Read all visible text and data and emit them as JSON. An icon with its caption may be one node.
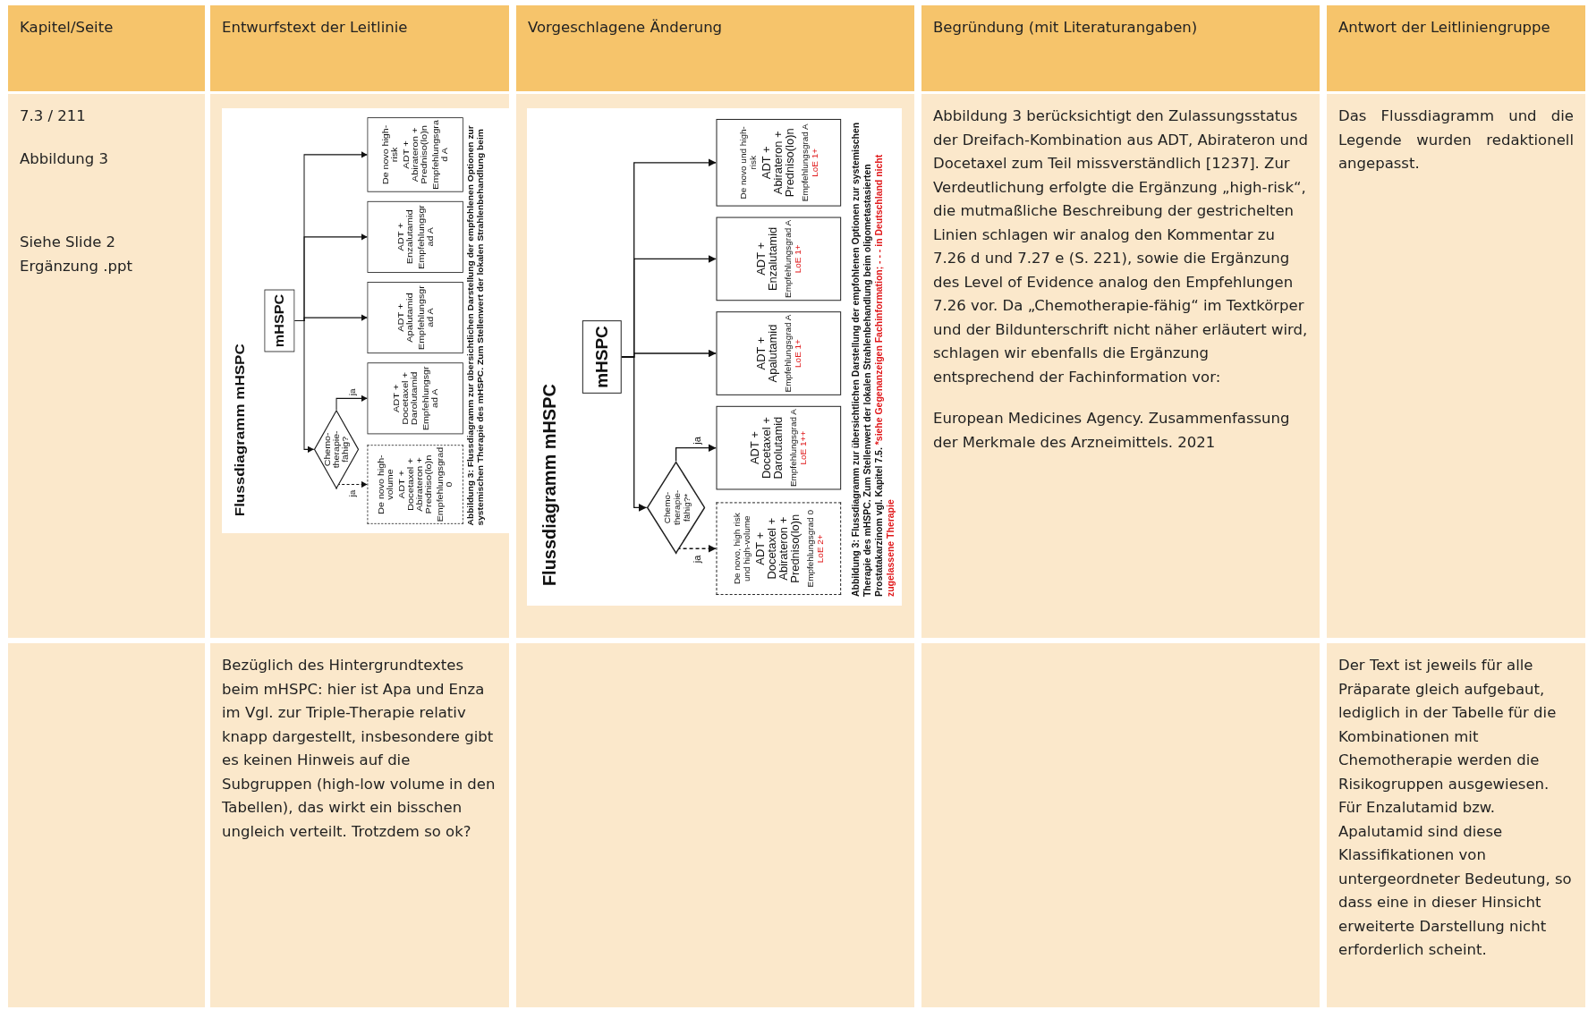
{
  "diagram": {
    "nodes": [
      {
        "text": [
          "Flussdiagramm mHSPC",
          "Abbildung 3: Flussdiagramm zur übersichtlichen Darstellung der empfohlenen Optionen zur systemischen Therapie des mHSPC. Zum Stellenwert der lokalen Strahlenbehandlung beim"
        ]
      },
      {
        "text": [
          "mHSPC"
        ],
        "in": 0
      },
      {
        "text": [
          "De novo high-risk",
          "ADT + Abirateron + Predniso(lo)n",
          "Empfehlungsgrad A"
        ],
        "in": 0
      },
      {
        "text": [
          "ADT + Enzalutamid",
          "Empfehlungsgrad A"
        ],
        "in": 0
      },
      {
        "text": [
          "ADT + Apalutamid",
          "Empfehlungsgrad A"
        ],
        "in": 0
      },
      {
        "text": [
          "ADT + Docetaxel + Darolutamid",
          "Empfehlungsgrad A"
        ],
        "in": 0
      },
      {
        "text": [
          "Chemo- therapie- fähig?"
        ],
        "in": 0
      },
      {
        "text": [
          "De novo high-volume",
          "ADT + Docetaxel + Abirateron + Predniso(lo)n",
          "Empfehlungsgrad 0"
        ],
        "in": 0
      },
      {
        "text": [
          "Flussdiagramm mHSPC",
          "Abbildung 3: Flussdiagramm zur übersichtlichen Darstellung der empfohlenen Optionen zur systemischen Therapie des mHSPC. Zum Stellenwert der lokalen Strahlenbehandlung beim oligometastasierten Prostatakarzinom vgl. Kapitel 7.5.",
          "*siehe Gegenanzeigen Fachinformation; - - - in Deutschland nicht zugelassene Therapie"
        ]
      },
      {
        "text": [
          "mHSPC"
        ],
        "in": 8
      },
      {
        "text": [
          "De novo und high-risk",
          "ADT + Abirateron + Predniso(lo)n",
          "Empfehlungsgrad A",
          "LoE 1+"
        ],
        "in": 8
      },
      {
        "text": [
          "ADT + Enzalutamid",
          "Empfehlungsgrad A",
          "LoE 1+"
        ],
        "in": 8
      },
      {
        "text": [
          "ADT + Apalutamid",
          "Empfehlungsgrad A",
          "LoE 1+"
        ],
        "in": 8
      },
      {
        "text": [
          "ADT + Docetaxel + Darolutamid",
          "Empfehlungsgrad A",
          "LoE 1++"
        ],
        "in": 8
      },
      {
        "text": [
          "Chemo- therapie- fähig?*"
        ],
        "in": 8
      },
      {
        "text": [
          "De novo, high risk und high-volume",
          "ADT + Docetaxel + Abirateron + Predniso(lo)n",
          "Empfehlungsgrad 0",
          "LoE 2+"
        ],
        "in": 8
      }
    ],
    "edges": [
      {
        "from": 1,
        "to": 2,
        "arrow": "to"
      },
      {
        "from": 1,
        "to": 3,
        "arrow": "to"
      },
      {
        "from": 1,
        "to": 4,
        "arrow": "to"
      },
      {
        "from": 1,
        "to": 6,
        "arrow": "to"
      },
      {
        "from": 6,
        "to": 5,
        "arrow": "to",
        "label": "ja"
      },
      {
        "from": 6,
        "to": 7,
        "arrow": "to",
        "label": "ja",
        "style": "dashed"
      },
      {
        "from": 9,
        "to": 10,
        "arrow": "to"
      },
      {
        "from": 9,
        "to": 11,
        "arrow": "to"
      },
      {
        "from": 9,
        "to": 12,
        "arrow": "to"
      },
      {
        "from": 9,
        "to": 14,
        "arrow": "to"
      },
      {
        "from": 14,
        "to": 13,
        "arrow": "to",
        "label": "ja"
      },
      {
        "from": 14,
        "to": 15,
        "arrow": "to",
        "label": "ja",
        "style": "dashed"
      }
    ],
    "labels": [
      "Kapitel/Seite",
      "Entwurfstext der Leitlinie",
      "Vorgeschlagene Änderung",
      "Begründung (mit Literaturangaben)",
      "Antwort der Leitliniengruppe",
      "7.3 / 211",
      "Abbildung 3",
      "Siehe Slide 2 Ergänzung .ppt",
      "Abbildung 3 berücksichtigt den Zulassungsstatus der Dreifach-Kombination aus ADT, Abirateron und Docetaxel zum Teil missverständlich [1237]. Zur Verdeutlichung erfolgte die Ergänzung „high-risk“, die mutmaßliche Beschreibung der gestrichelten Linien schlagen wir analog den Kommentar zu 7.26 d und 7.27 e (S. 221), sowie die Ergänzung des Level of Evidence analog den Empfehlungen 7.26 vor. Da „Chemotherapie-fähig“ im Textkörper und der Bildunterschrift nicht näher erläutert wird, schlagen wir ebenfalls die Ergänzung entsprechend der Fachinformation vor:",
      "European Medicines Agency. Zusammenfassung der Merkmale des Arzneimittels. 2021",
      "Das Flussdiagramm und die Legende wurden redaktionell angepasst.",
      "Bezüglich des Hintergrundtextes beim mHSPC: hier ist Apa und Enza im Vgl. zur Triple-Therapie relativ knapp dargestellt, insbesondere gibt es keinen Hinweis auf die Subgruppen (high-low volume in den Tabellen), das wirkt ein bisschen ungleich verteilt. Trotzdem so ok?",
      "Der Text ist jeweils für alle Präparate gleich aufgebaut, lediglich in der Tabelle für die Kombinationen mit Chemotherapie werden die Risikogruppen ausgewiesen. Für Enzalutamid bzw. Apalutamid sind diese Klassifikationen von untergeordneter Bedeutung, so dass eine in dieser Hinsicht erweiterte Darstellung nicht erforderlich scheint."
    ]
  }
}
